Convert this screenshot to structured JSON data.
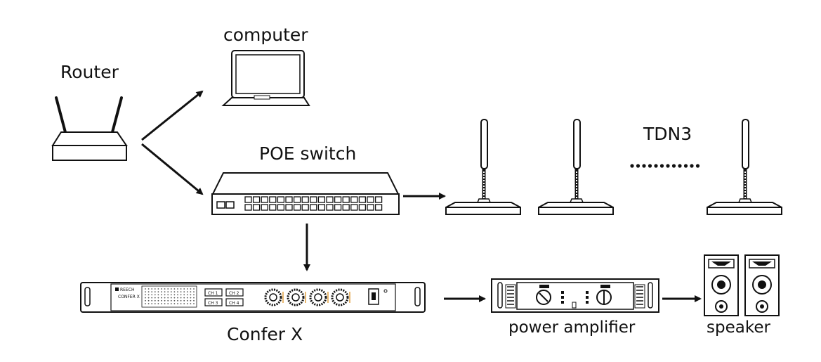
{
  "labels": {
    "router": "Router",
    "computer": "computer",
    "poe_switch": "POE switch",
    "tdn3": "TDN3",
    "confer_x": "Confer X",
    "power_amplifier": "power amplifier",
    "speaker": "speaker"
  },
  "confer_panel": {
    "brand": "REECH",
    "model": "CONFER X",
    "ch1": "CH 1",
    "ch2": "CH 2",
    "ch3": "CH 3",
    "ch4": "CH 4"
  },
  "colors": {
    "line": "#111111",
    "background": "#ffffff",
    "accent": "#e0a040"
  }
}
